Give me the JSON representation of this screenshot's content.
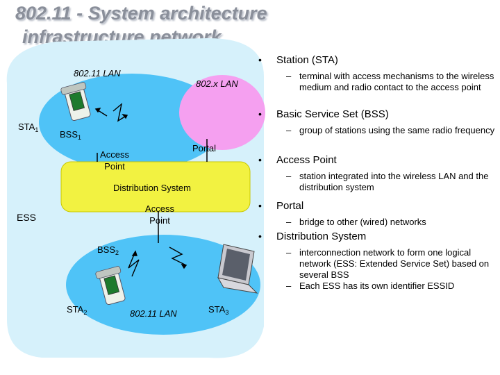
{
  "title": {
    "line1": "802.11 - System architecture",
    "line2": "infrastructure network"
  },
  "diagram": {
    "lan_top": "802.11 LAN",
    "xlan": "802.x LAN",
    "sta1": "STA",
    "sta1_sub": "1",
    "bss1": "BSS",
    "bss1_sub": "1",
    "ap1": "Access Point",
    "portal": "Portal",
    "ds": "Distribution System",
    "ess": "ESS",
    "ap2": "Access Point",
    "bss2": "BSS",
    "bss2_sub": "2",
    "sta2": "STA",
    "sta2_sub": "2",
    "lan_bottom": "802.11 LAN",
    "sta3": "STA",
    "sta3_sub": "3"
  },
  "colors": {
    "bss": "#4fc3f7",
    "wired_lan": "#f5a0f0",
    "ds": "#f2f241",
    "title": "#8a8f9a"
  },
  "bullets": [
    {
      "term": "Station (STA)",
      "desc": [
        "terminal with access mechanisms to the wireless medium and radio contact to the access point"
      ]
    },
    {
      "term": "Basic Service Set (BSS)",
      "desc": [
        "group of stations using the same radio frequency"
      ]
    },
    {
      "term": "Access Point",
      "desc": [
        "station integrated into the wireless LAN and the distribution system"
      ]
    },
    {
      "term": "Portal",
      "desc": [
        "bridge to other (wired) networks"
      ]
    },
    {
      "term": "Distribution System",
      "desc": [
        "interconnection network to form one logical network (ESS: Extended Service Set) based on several BSS",
        "Each ESS has its own identifier ESSID"
      ]
    }
  ]
}
